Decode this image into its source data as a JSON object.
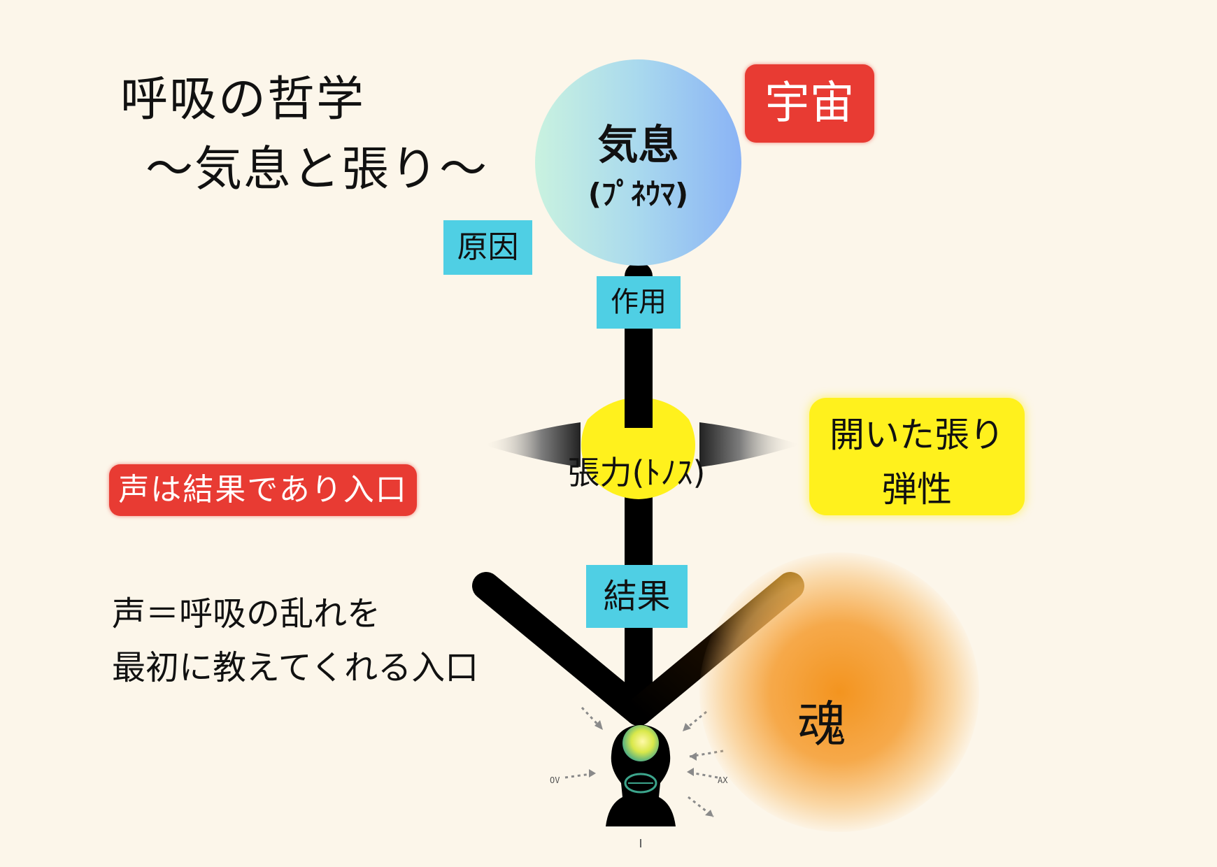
{
  "title": {
    "line1": "呼吸の哲学",
    "line2": "〜気息と張り〜"
  },
  "qi": {
    "main": "気息",
    "sub": "(ﾌﾟﾈｳﾏ)",
    "gradient": [
      "#c9f2df",
      "#a9d9ee",
      "#8ab3f5"
    ]
  },
  "cosmos": "宇宙",
  "cause": "原因",
  "action": "作用",
  "tension": "張力(ﾄﾉｽ)",
  "result": "結果",
  "open_tension": {
    "line1": "開いた張り",
    "line2": "弾性"
  },
  "voice_tag": "声は結果であり入口",
  "body_text": {
    "line1": "声＝呼吸の乱れを",
    "line2": "最初に教えてくれる入口"
  },
  "soul": "魂",
  "figure_labels": {
    "left": "OV",
    "right": "AX"
  },
  "colors": {
    "background": "#fcf6ea",
    "red_tag": "#e83b33",
    "cyan_tag": "#4fcfe4",
    "yellow": "#fff11d",
    "soul_orange": "#f3941f",
    "axis": "#000000"
  }
}
